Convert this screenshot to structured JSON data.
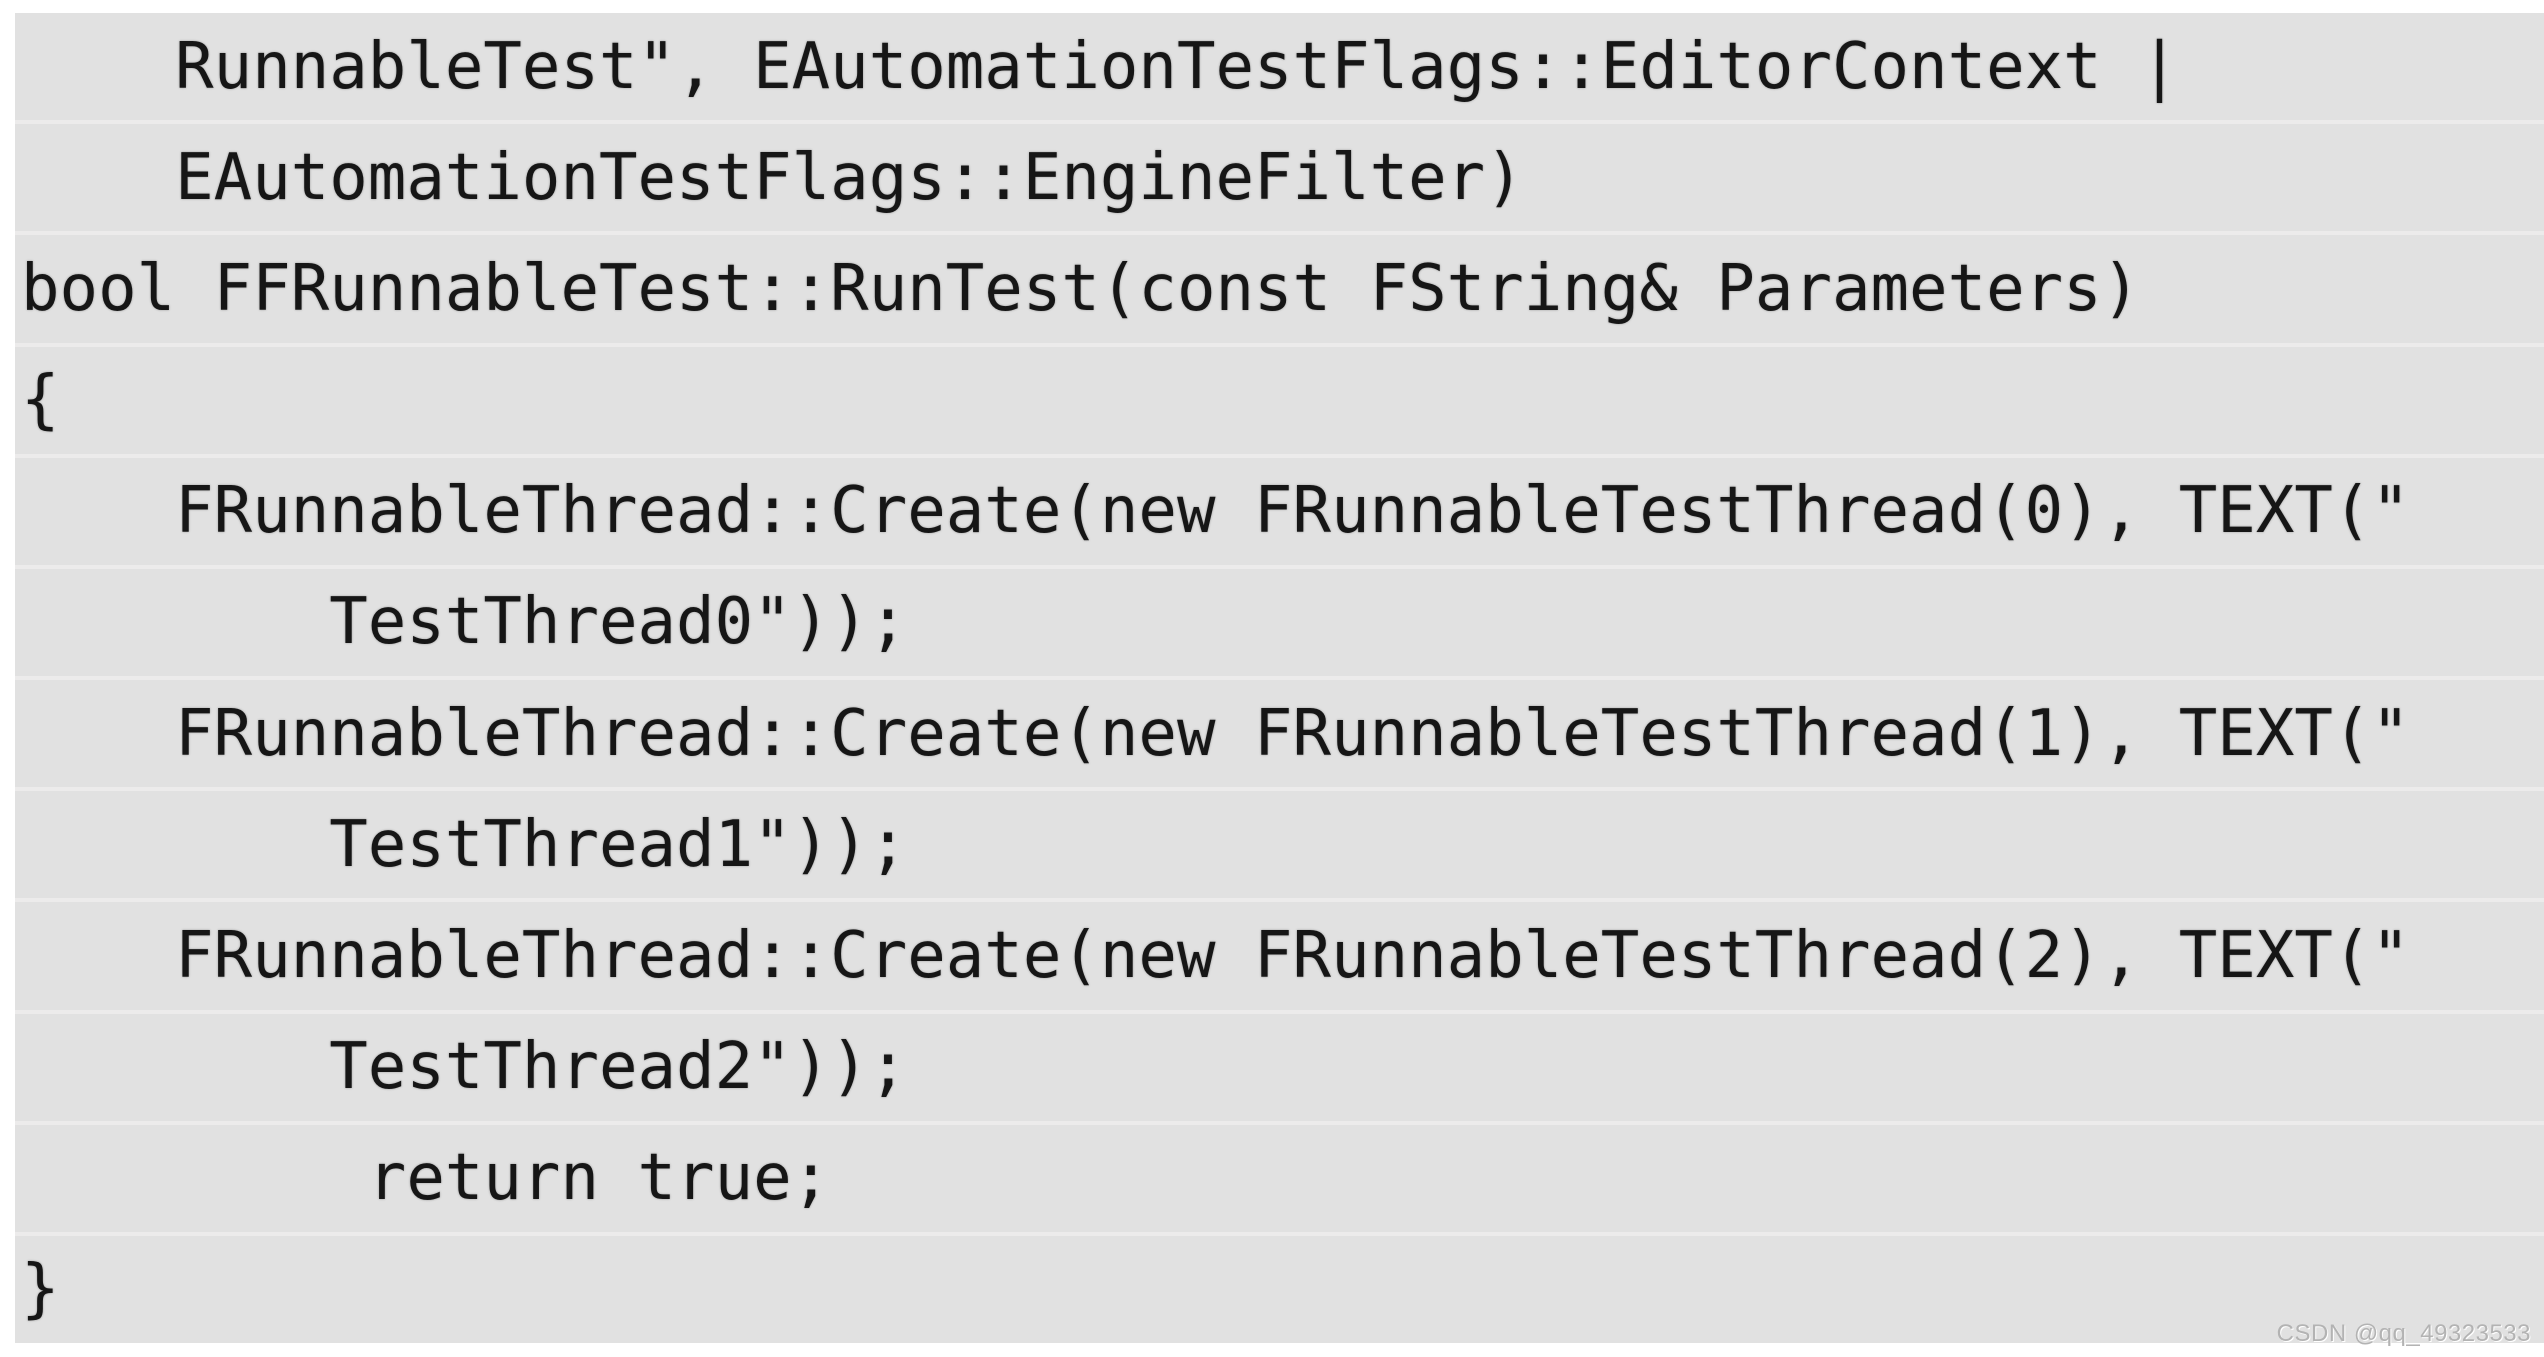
{
  "code": {
    "language": "cpp",
    "lines": [
      "    RunnableTest\", EAutomationTestFlags::EditorContext |",
      "    EAutomationTestFlags::EngineFilter)",
      "bool FFRunnableTest::RunTest(const FString& Parameters)",
      "{",
      "    FRunnableThread::Create(new FRunnableTestThread(0), TEXT(\"",
      "        TestThread0\"));",
      "    FRunnableThread::Create(new FRunnableTestThread(1), TEXT(\"",
      "        TestThread1\"));",
      "    FRunnableThread::Create(new FRunnableTestThread(2), TEXT(\"",
      "        TestThread2\"));",
      "         return true;",
      "}"
    ]
  },
  "watermark": {
    "text": "CSDN @qq_49323533"
  },
  "colors": {
    "canvas": "#ffffff",
    "row_background": "#e1e1e1",
    "row_separator": "#ecebeb",
    "code_text": "#161616",
    "watermark_text": "#b3b3b3"
  }
}
